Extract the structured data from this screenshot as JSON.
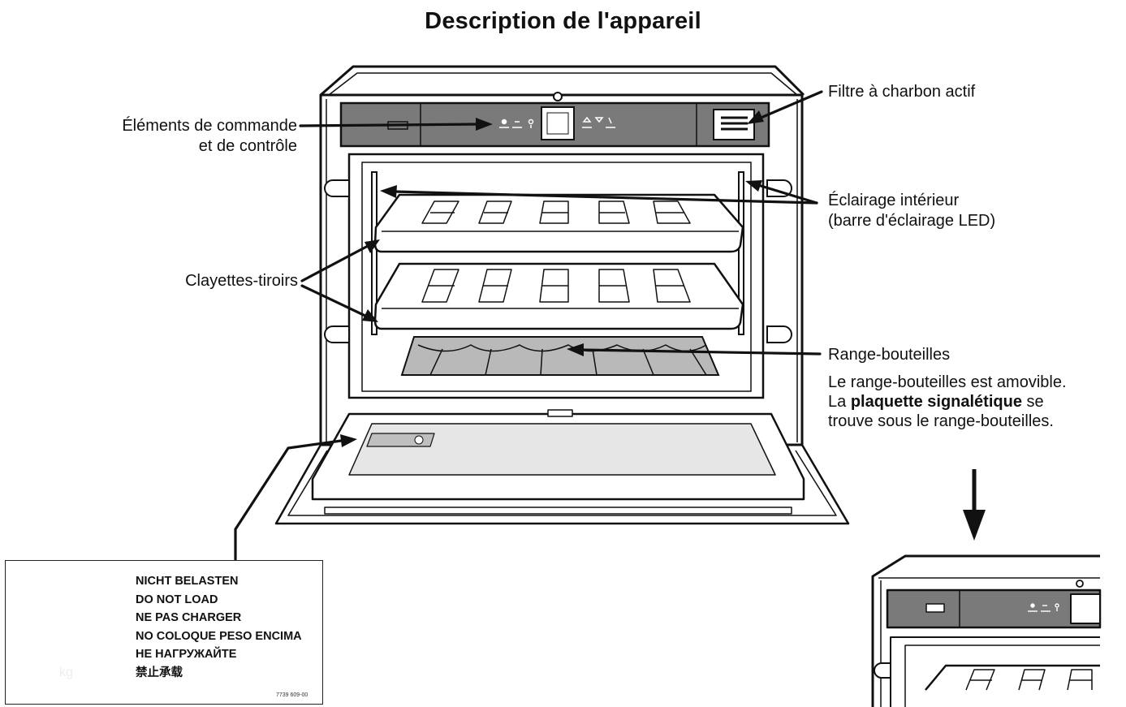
{
  "title": "Description de l'appareil",
  "labels": {
    "controls_line1": "Éléments de commande",
    "controls_line2": "et de contrôle",
    "carbon_filter": "Filtre à charbon actif",
    "lighting_line1": "Éclairage intérieur",
    "lighting_line2": "(barre d'éclairage LED)",
    "drawer_shelves": "Clayettes-tiroirs",
    "bottle_rack": "Range-bouteilles",
    "note_line1": "Le range-bouteilles est amovible.",
    "note_line2_prefix": "La ",
    "note_line2_bold": "plaquette signalétique",
    "note_line2_suffix": " se",
    "note_line3": "trouve sous le range-bouteilles."
  },
  "warning_label": {
    "lines": [
      "NICHT BELASTEN",
      "DO NOT LOAD",
      "NE PAS CHARGER",
      "NO COLOQUE PESO ENCIMA",
      "НЕ НАГРУЖАЙТЕ",
      "禁止承载"
    ],
    "weight_unit": "kg",
    "code": "7739 609-00"
  },
  "colors": {
    "panel": "#7a7a7a",
    "rack_fill": "#b9b9b9",
    "door_panel": "#e6e6e6",
    "line": "#111111"
  }
}
